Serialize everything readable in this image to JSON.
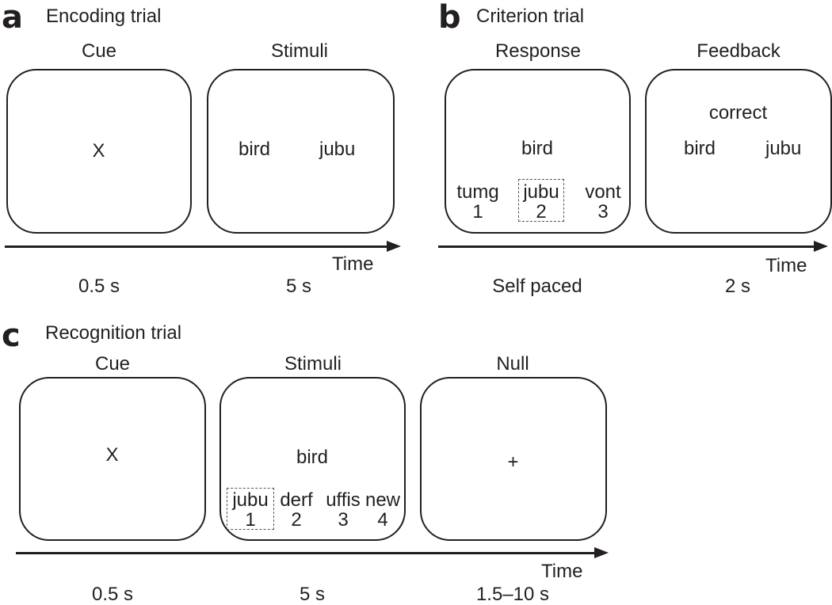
{
  "panel_a": {
    "letter": "a",
    "title": "Encoding trial",
    "cue": {
      "header": "Cue",
      "content": "X",
      "duration": "0.5 s"
    },
    "stimuli": {
      "header": "Stimuli",
      "word": "bird",
      "pair": "jubu",
      "duration": "5 s"
    },
    "time_label": "Time"
  },
  "panel_b": {
    "letter": "b",
    "title": "Criterion trial",
    "response": {
      "header": "Response",
      "word": "bird",
      "options": [
        {
          "word": "tumg",
          "num": "1"
        },
        {
          "word": "jubu",
          "num": "2"
        },
        {
          "word": "vont",
          "num": "3"
        }
      ],
      "duration": "Self paced"
    },
    "feedback": {
      "header": "Feedback",
      "status": "correct",
      "word": "bird",
      "pair": "jubu",
      "duration": "2 s"
    },
    "time_label": "Time"
  },
  "panel_c": {
    "letter": "c",
    "title": "Recognition trial",
    "cue": {
      "header": "Cue",
      "content": "X",
      "duration": "0.5 s"
    },
    "stimuli": {
      "header": "Stimuli",
      "word": "bird",
      "options": [
        {
          "word": "jubu",
          "num": "1"
        },
        {
          "word": "derf",
          "num": "2"
        },
        {
          "word": "uffis",
          "num": "3"
        },
        {
          "word": "new",
          "num": "4"
        }
      ],
      "duration": "5 s"
    },
    "null": {
      "header": "Null",
      "content": "+",
      "duration": "1.5–10 s"
    },
    "time_label": "Time"
  }
}
